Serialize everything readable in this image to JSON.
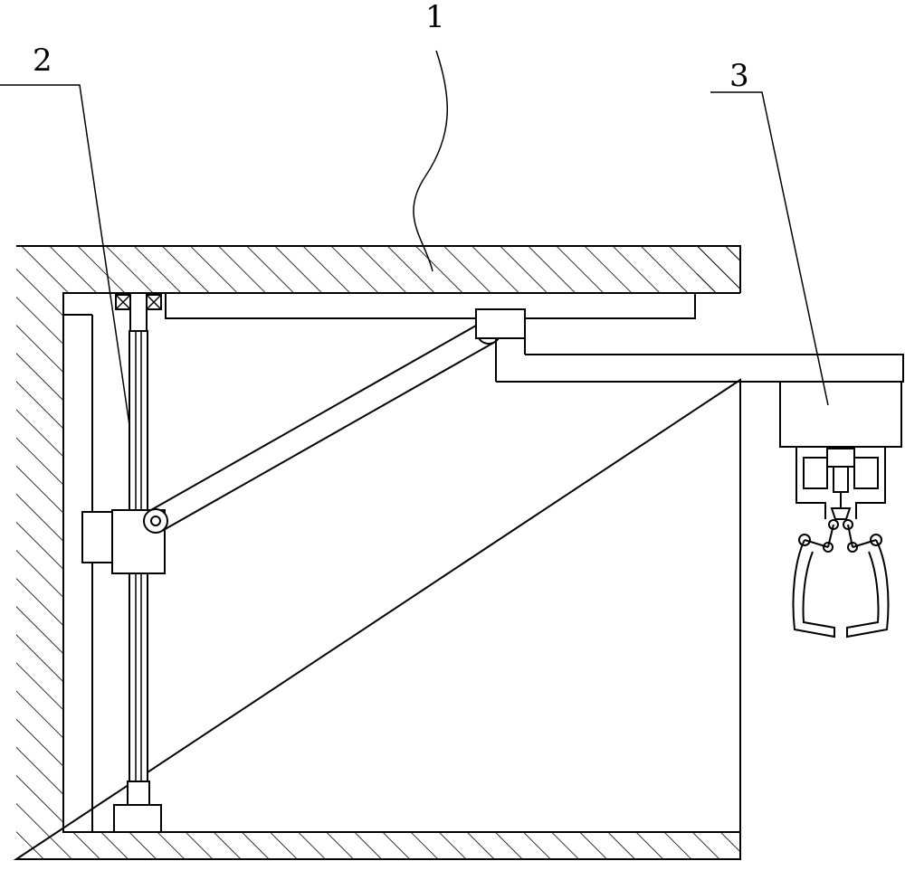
{
  "callouts": [
    {
      "label": "1",
      "refers_to": "housing"
    },
    {
      "label": "2",
      "refers_to": "vertical-slide-rod"
    },
    {
      "label": "3",
      "refers_to": "gripper-assembly"
    }
  ],
  "colors": {
    "line": "#000000",
    "background": "#ffffff"
  }
}
